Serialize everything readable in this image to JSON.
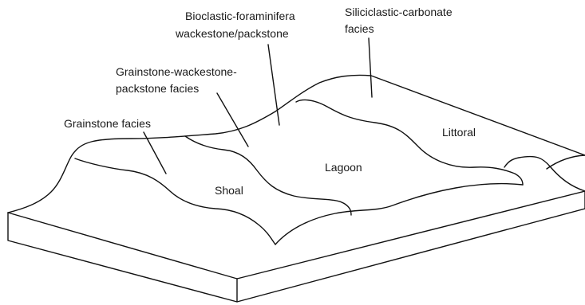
{
  "labels": {
    "bioclastic": [
      "Bioclastic-foraminifera",
      "wackestone/packstone"
    ],
    "siliciclastic": [
      "Siliciclastic-carbonate",
      "facies"
    ],
    "grainstone_wp": [
      "Grainstone-wackestone-",
      "packstone facies"
    ],
    "grainstone": "Grainstone facies",
    "littoral": "Littoral",
    "lagoon": "Lagoon",
    "shoal": "Shoal"
  }
}
